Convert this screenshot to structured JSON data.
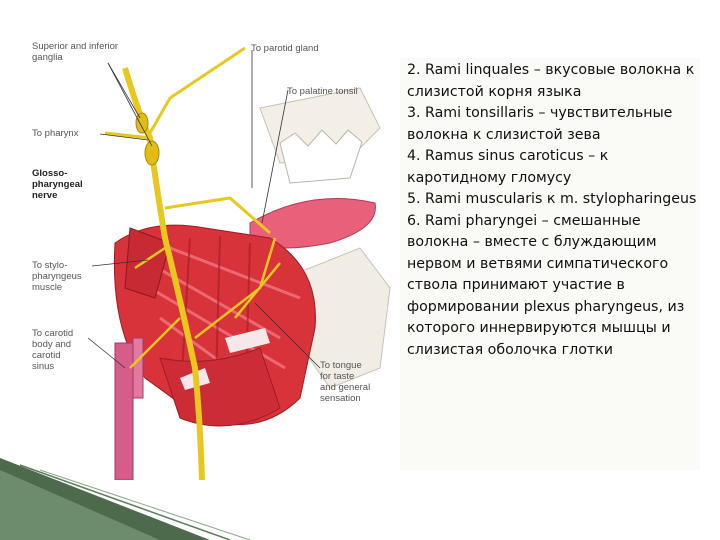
{
  "figure": {
    "labels": [
      {
        "id": "ganglia",
        "text": "Superior and inferior\nganglia"
      },
      {
        "id": "parotid",
        "text": "To parotid gland"
      },
      {
        "id": "palatine",
        "text": "To palatine tonsil"
      },
      {
        "id": "pharynx",
        "text": "To pharynx"
      },
      {
        "id": "glosso",
        "text": "Glosso-\npharyngeal\nnerve"
      },
      {
        "id": "stylo",
        "text": "To stylo-\npharyngeus\nmuscle"
      },
      {
        "id": "carotid",
        "text": "To carotid\nbody and\ncarotid\nsinus"
      },
      {
        "id": "tongue",
        "text": "To tongue\nfor taste\nand general\nsensation"
      }
    ]
  },
  "body_text": "2. Rami linquales – вкусовые волокна к слизистой корня языка\n3. Rami tonsillaris – чувствительные волокна к слизистой зева\n4. Ramus sinus caroticus – к каротидному гломусу\n5. Rami muscularis к  m. stylopharingeus\n6. Rami pharyngei – смешанные волокна – вместе с блуждающим нервом и ветвями симпатического ствола принимают участие в формировании plexus pharyngeus, из которого иннервируются мышцы и слизистая оболочка глотки",
  "colors": {
    "muscle": "#d8323a",
    "nerve": "#e8c81e",
    "bone": "#f2efe8",
    "accent": "#3a5a3a"
  }
}
